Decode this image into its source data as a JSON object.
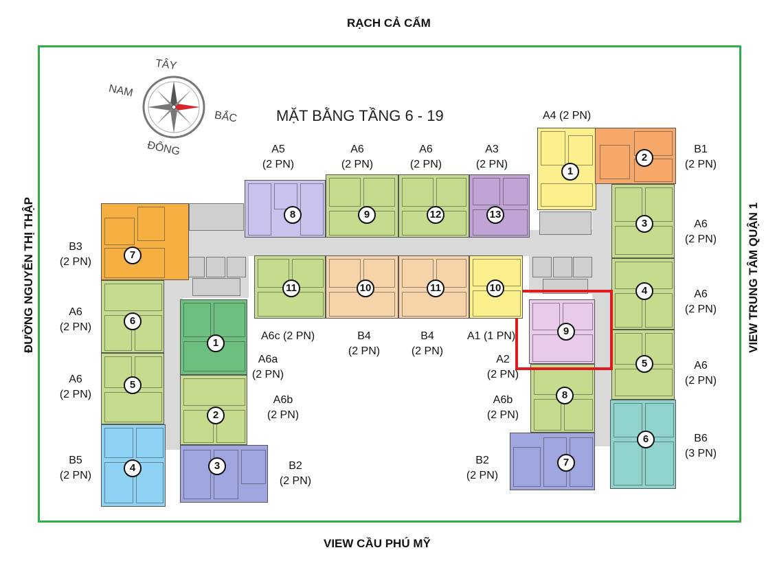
{
  "edges": {
    "top": "RẠCH CẢ CẤM",
    "bottom": "VIEW CẦU PHÚ MỸ",
    "left": "ĐƯỜNG NGUYỄN THỊ THẬP",
    "right": "VIEW TRUNG TÂM QUẬN 1"
  },
  "title": "MẶT BẰNG TẦNG 6 - 19",
  "compass": {
    "north": "TÂY",
    "west": "NAM",
    "east": "BẮC",
    "south": "ĐÔNG"
  },
  "colors": {
    "frame": "#2fae4a",
    "highlight": "#e0191e",
    "orange": "#f5b041",
    "green": "#c5dc8f",
    "darkgreen": "#6cbf7e",
    "blue": "#8fd3f4",
    "indigo": "#9fa6df",
    "lavender": "#c7c3ec",
    "purple": "#c1a4d6",
    "peach": "#f6d3a8",
    "yellow": "#fbf08d",
    "salmon": "#f5a86a",
    "teal": "#8fd3cc",
    "pink": "#e8cbe8",
    "corridor": "#d9d9d9"
  },
  "units": [
    {
      "n": "1",
      "t": "A4",
      "s": "(2 PN)"
    },
    {
      "n": "2",
      "t": "B1",
      "s": "(2 PN)"
    },
    {
      "n": "3",
      "t": "A6",
      "s": "(2 PN)"
    },
    {
      "n": "4",
      "t": "A6",
      "s": "(2 PN)"
    },
    {
      "n": "5",
      "t": "A6",
      "s": "(2 PN)"
    },
    {
      "n": "6",
      "t": "B6",
      "s": "(3 PN)"
    },
    {
      "n": "7",
      "t": "B2",
      "s": "(2 PN)"
    },
    {
      "n": "8",
      "t": "A6b",
      "s": "(2 PN)"
    },
    {
      "n": "9",
      "t": "A2",
      "s": "(2 PN)"
    },
    {
      "n": "10",
      "t": "A1",
      "s": "(1 PN)"
    },
    {
      "n": "11",
      "t": "B4",
      "s": "(2 PN)"
    },
    {
      "n": "10",
      "t": "B4",
      "s": "(2 PN)"
    },
    {
      "n": "11",
      "t": "A6c",
      "s": "(2 PN)"
    },
    {
      "n": "13",
      "t": "A3",
      "s": "(2 PN)"
    },
    {
      "n": "12",
      "t": "A6",
      "s": "(2 PN)"
    },
    {
      "n": "9",
      "t": "A6",
      "s": "(2 PN)"
    },
    {
      "n": "8",
      "t": "A5",
      "s": "(2 PN)"
    },
    {
      "n": "7",
      "t": "B3",
      "s": "(2 PN)"
    },
    {
      "n": "6",
      "t": "A6",
      "s": "(2 PN)"
    },
    {
      "n": "5",
      "t": "A6",
      "s": "(2 PN)"
    },
    {
      "n": "4",
      "t": "B5",
      "s": "(2 PN)"
    },
    {
      "n": "1",
      "t": "A6a",
      "s": "(2 PN)"
    },
    {
      "n": "2",
      "t": "A6b",
      "s": "(2 PN)"
    },
    {
      "n": "3",
      "t": "B2",
      "s": "(2 PN)"
    }
  ],
  "a6c_label": "A6c (2 PN)",
  "a1_label": "A1 (1 PN)",
  "a4_label": "A4 (2 PN)"
}
